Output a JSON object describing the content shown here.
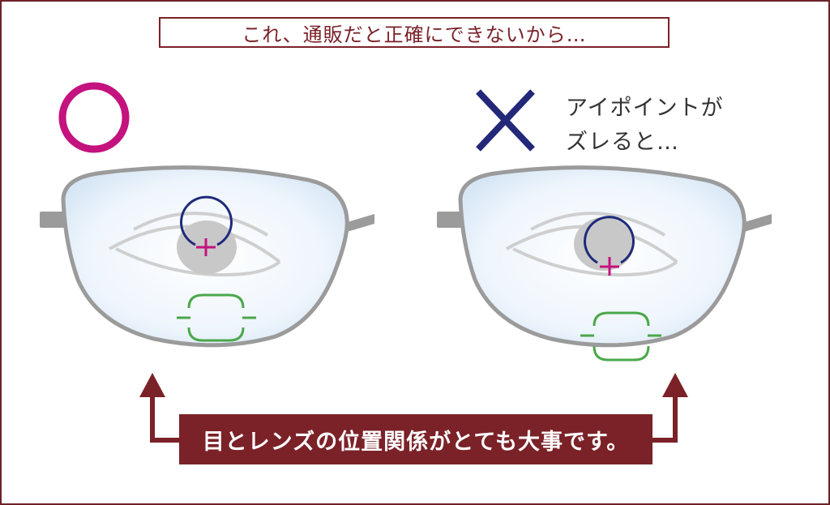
{
  "title": "これ、通販だと正確にできないから…",
  "good": {
    "mark": "circle-correct",
    "mark_color": "#c4127e"
  },
  "bad": {
    "mark": "cross-incorrect",
    "mark_color": "#232878",
    "caption_lines": [
      "アイポイントが",
      "ズレると…"
    ]
  },
  "footer": {
    "message": "目とレンズの位置関係がとても大事です。"
  },
  "colors": {
    "brand": "#7a2228",
    "frame": "#9b9b9b",
    "eyepoint_circle": "#1f2a7a",
    "eyepoint_cross": "#c4127e",
    "near_zone": "#4aa84a",
    "pupil": "#c8c8c8",
    "eye_outline": "#cfcfcf"
  }
}
